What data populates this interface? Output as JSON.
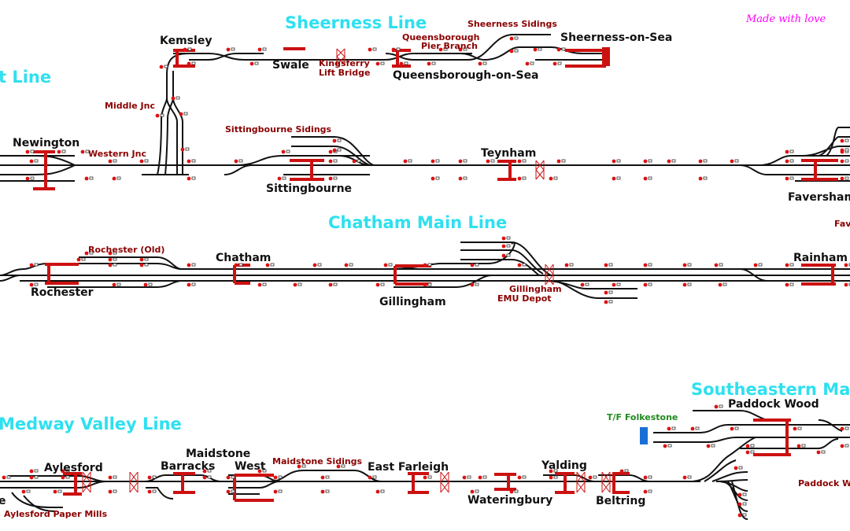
{
  "credit": "Made with love",
  "colors": {
    "line_title": "#2ee0f0",
    "station": "#111111",
    "place": "#8b0000",
    "platform": "#cc1111",
    "signal": "#dd1111",
    "credit": "#ff00ff",
    "folkestone": "#1f8a1f",
    "buffer_blue": "#1a6fd6"
  },
  "lines": {
    "sheerness": "Sheerness Line",
    "kent_partial": "t Line",
    "chatham_main": "Chatham Main Line",
    "medway_valley": "Medway Valley Line",
    "southeastern": "Southeastern Ma"
  },
  "stations": {
    "kemsley": "Kemsley",
    "swale": "Swale",
    "queenborough": "Queensborough-on-Sea",
    "sheerness": "Sheerness-on-Sea",
    "newington": "Newington",
    "sittingbourne": "Sittingbourne",
    "teynham": "Teynham",
    "faversham": "Faversham",
    "rochester": "Rochester",
    "chatham": "Chatham",
    "gillingham": "Gillingham",
    "rainham": "Rainham",
    "aylesford": "Aylesford",
    "maidstone_barracks_1": "Maidstone",
    "maidstone_barracks_2": "Barracks",
    "west": "West",
    "east_farleigh": "East Farleigh",
    "yalding": "Yalding",
    "wateringbury": "Wateringbury",
    "beltring": "Beltring",
    "paddock_wood": "Paddock Wood"
  },
  "places": {
    "sheerness_sidings": "Sheerness Sidings",
    "pier_branch_1": "Queensborough",
    "pier_branch_2": "Pier Branch",
    "kingsferry_1": "Kingsferry",
    "kingsferry_2": "Lift Bridge",
    "middle_jnc": "Middle Jnc",
    "western_jnc": "Western Jnc",
    "sittingbourne_sidings": "Sittingbourne Sidings",
    "rochester_old": "Rochester (Old)",
    "gillingham_emu_1": "Gillingham",
    "gillingham_emu_2": "EMU Depot",
    "fav_partial": "Fav",
    "maidstone_sidings": "Maidstone Sidings",
    "aylesford_paper": "Aylesford Paper Mills",
    "paddock_w_partial": "Paddock W",
    "e_partial": "e"
  },
  "folkestone": "T/F Folkestone"
}
